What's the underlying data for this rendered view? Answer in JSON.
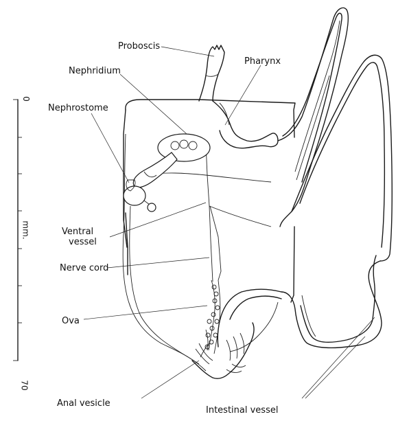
{
  "labels": {
    "proboscis": "Proboscis",
    "pharynx": "Pharynx",
    "nephridium": "Nephridium",
    "nephrostome": "Nephrostome",
    "ventral_vessel_line1": "Ventral",
    "ventral_vessel_line2": "vessel",
    "nerve_cord": "Nerve cord",
    "ova": "Ova",
    "anal_vesicle": "Anal vesicle",
    "intestinal_vessel": "Intestinal vessel"
  },
  "scale_bar": {
    "start": "0",
    "unit": "mm.",
    "end": "70"
  }
}
